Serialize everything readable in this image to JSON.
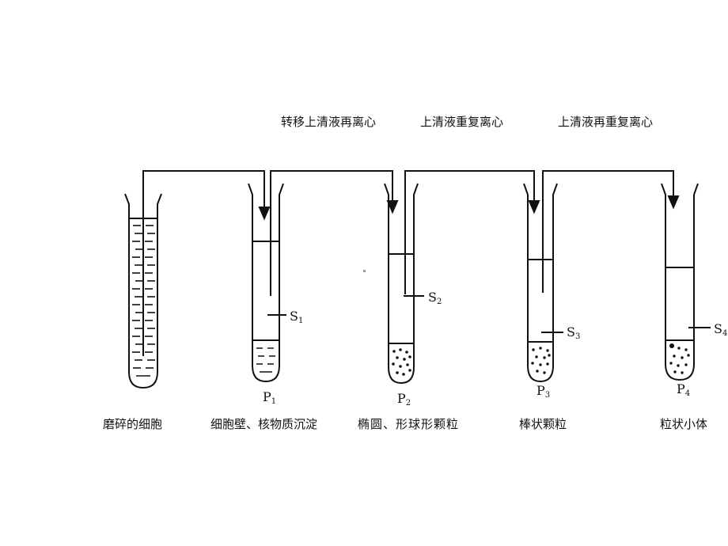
{
  "steps": [
    {
      "label": "转移上清液再离心"
    },
    {
      "label": "上清液重复离心"
    },
    {
      "label": "上清液再重复离心"
    }
  ],
  "tubes": [
    {
      "caption": "磨碎的细胞",
      "pellet": "",
      "supernatant": ""
    },
    {
      "caption": "细胞壁、核物质沉淀",
      "pellet": "P",
      "pellet_sub": "1",
      "supernatant": "S",
      "supernatant_sub": "1"
    },
    {
      "caption": "椭圆、形球形颗粒",
      "pellet": "P",
      "pellet_sub": "2",
      "supernatant": "S",
      "supernatant_sub": "2"
    },
    {
      "caption": "棒状颗粒",
      "pellet": "P",
      "pellet_sub": "3",
      "supernatant": "S",
      "supernatant_sub": "3"
    },
    {
      "caption": "粒状小体",
      "pellet": "P",
      "pellet_sub": "4",
      "supernatant": "S",
      "supernatant_sub": "4"
    }
  ]
}
